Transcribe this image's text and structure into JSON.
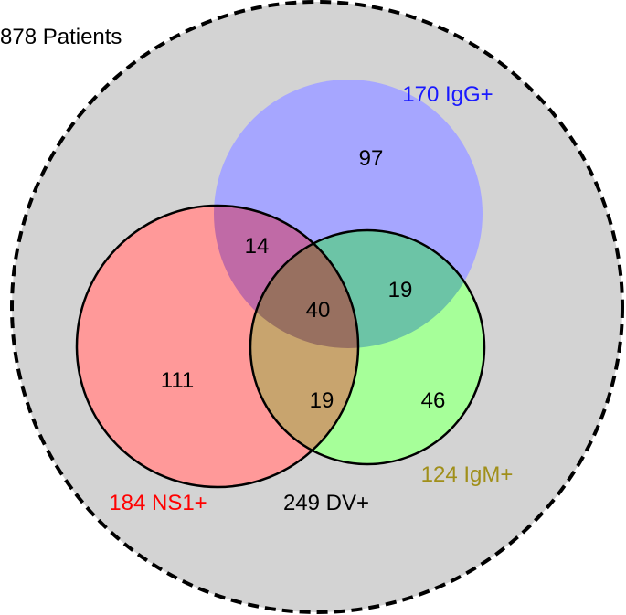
{
  "universe": {
    "label": "878 Patients",
    "fill_color": "#d3d3d3",
    "border_style": "dashed"
  },
  "sets": {
    "igg": {
      "label": "170 IgG+",
      "label_color": "#1a1aff",
      "fill_color": "#a6a6ff"
    },
    "ns1": {
      "label": "184 NS1+",
      "label_color": "#ff0000",
      "fill_color": "#ff9999"
    },
    "igm": {
      "label": "124 IgM+",
      "label_color": "#a08f1a",
      "fill_color": "#a6ff99"
    }
  },
  "union_label": "249 DV+",
  "regions": {
    "igg_only": "97",
    "ns1_only": "111",
    "igm_only": "46",
    "ns1_igg": "14",
    "igg_igm": "19",
    "ns1_igm": "19",
    "all_three": "40"
  },
  "colors": {
    "ns1_igg_overlap": "#c06aa6",
    "igg_igm_overlap": "#6cc4a6",
    "ns1_igm_overlap": "#c8a46e",
    "all_overlap": "#987060"
  }
}
